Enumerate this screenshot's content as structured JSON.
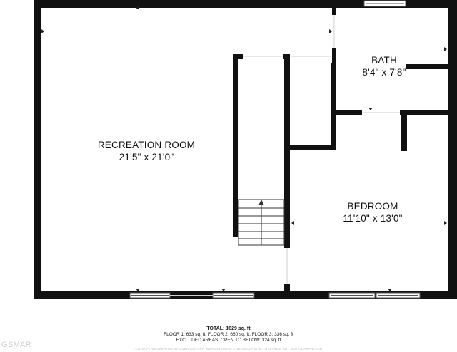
{
  "rooms": {
    "recreation": {
      "name": "RECREATION ROOM",
      "dims": "21'5\" x 21'0\""
    },
    "bath": {
      "name": "BATH",
      "dims": "8'4\" x 7'8\""
    },
    "bedroom": {
      "name": "BEDROOM",
      "dims": "11'10\" x 13'0\""
    }
  },
  "footer": {
    "total": "TOTAL: 1629 sq. ft",
    "floors": "FLOOR 1: 633 sq. ft, FLOOR 2: 660 sq. ft, FLOOR 3: 336 sq. ft",
    "excluded": "EXCLUDED AREAS: OPEN TO BELOW: 324 sq. ft",
    "disclaimer": "FLOOR PLAN CREATED BY CUBICASA APP. MEASUREMENTS DEEMED HIGHLY RELIABLE BUT NOT GUARANTEED."
  },
  "watermark": "GSMAR",
  "colors": {
    "wall": "#111111",
    "window": "#555555"
  }
}
